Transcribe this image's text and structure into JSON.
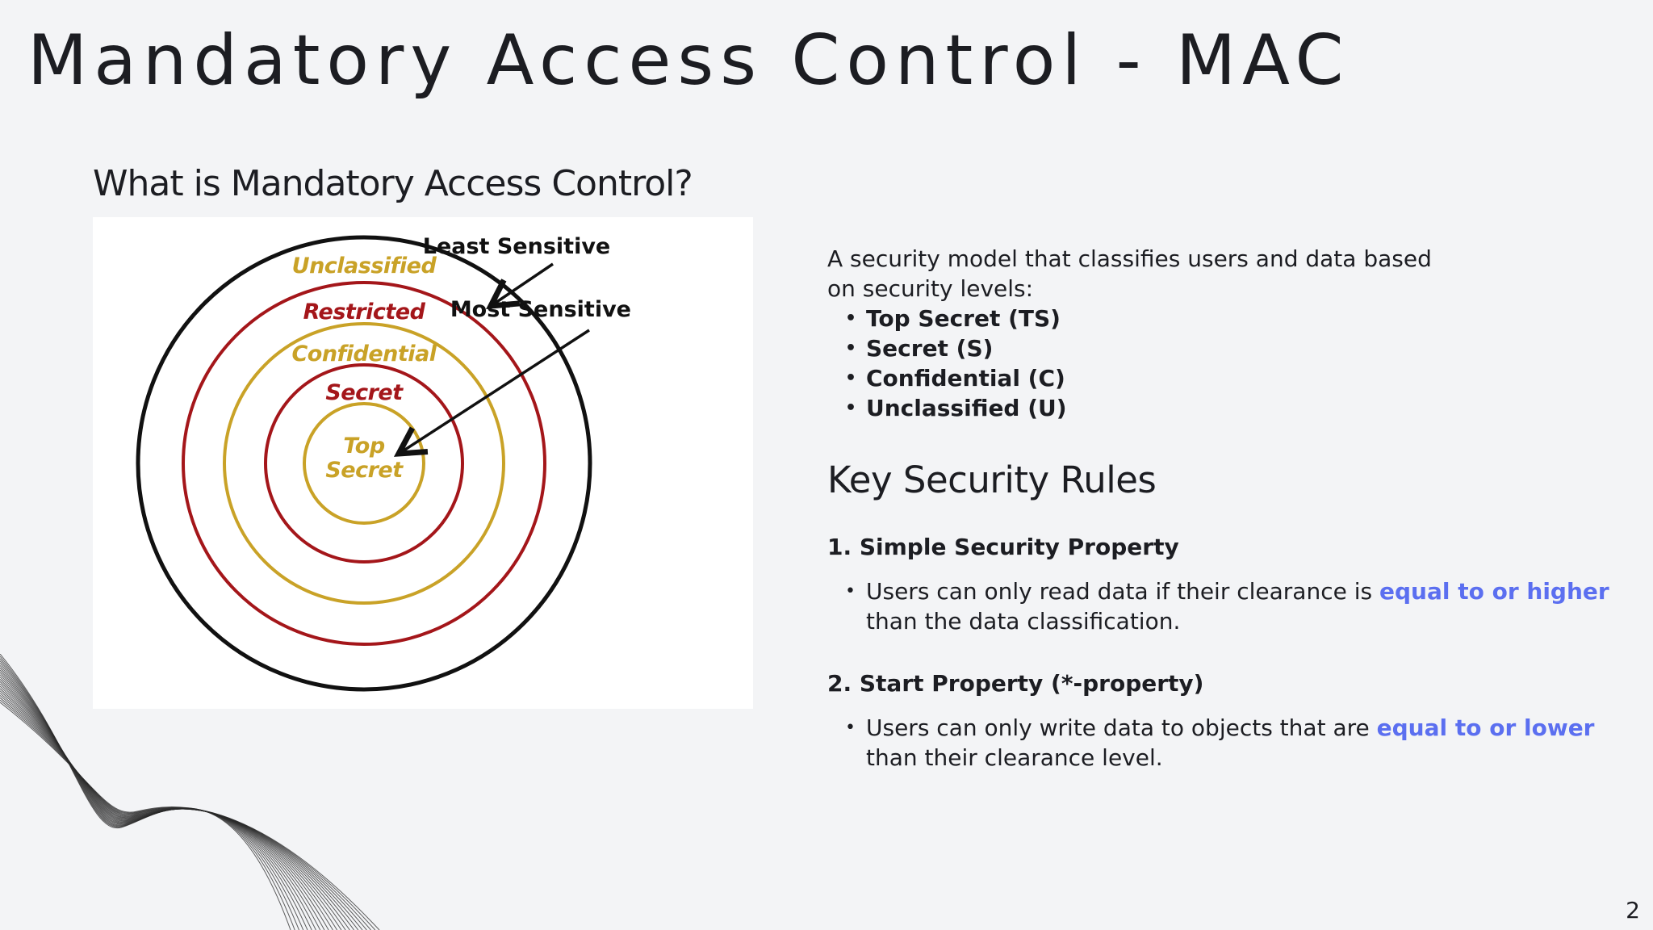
{
  "slide": {
    "title": "Mandatory Access Control - MAC",
    "page_number": "2"
  },
  "left": {
    "heading": "What is Mandatory Access Control?",
    "diagram": {
      "rings": [
        {
          "label": "Unclassified",
          "color": "#c9a227"
        },
        {
          "label": "Restricted",
          "color": "#a4161a"
        },
        {
          "label": "Confidential",
          "color": "#c9a227"
        },
        {
          "label": "Secret",
          "color": "#a4161a"
        },
        {
          "label_line1": "Top",
          "label_line2": "Secret",
          "color": "#c9a227"
        }
      ],
      "outer_ring_color": "#111111",
      "least_sensitive_label": "Least Sensitive",
      "most_sensitive_label": "Most Sensitive"
    }
  },
  "right": {
    "intro": "A security model that classifies users and data based on security levels:",
    "levels": [
      "Top Secret (TS)",
      "Secret (S)",
      "Confidential (C)",
      "Unclassified (U)"
    ],
    "rules_heading": "Key Security Rules",
    "rules": [
      {
        "title": "1. Simple Security Property",
        "text_before": "Users can only read data if their clearance is ",
        "highlight": "equal to or higher",
        "text_after": " than the data classification."
      },
      {
        "title": "2. Start Property (*-property)",
        "text_before": "Users can only write data to objects that are ",
        "highlight": "equal to or lower",
        "text_after": " than their clearance level."
      }
    ],
    "highlight_color": "#5b6ff0"
  }
}
